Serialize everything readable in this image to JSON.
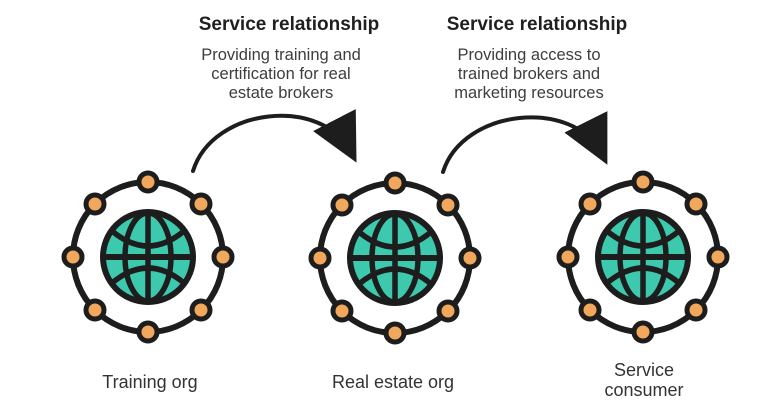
{
  "diagram": {
    "colors": {
      "outline": "#1d1d1d",
      "globe_fill": "#3dc9ad",
      "node_dot_fill": "#f2a85c",
      "title_text": "#1f1f1f",
      "body_text": "#3d3d3d",
      "background": "#ffffff"
    },
    "relationships": [
      {
        "title": "Service relationship",
        "description": "Providing training and\ncertification for real\nestate brokers"
      },
      {
        "title": "Service relationship",
        "description": "Providing access to\ntrained brokers and\nmarketing resources"
      }
    ],
    "nodes": [
      {
        "label": "Training org"
      },
      {
        "label": "Real estate org"
      },
      {
        "label": "Service\nconsumer"
      }
    ]
  }
}
